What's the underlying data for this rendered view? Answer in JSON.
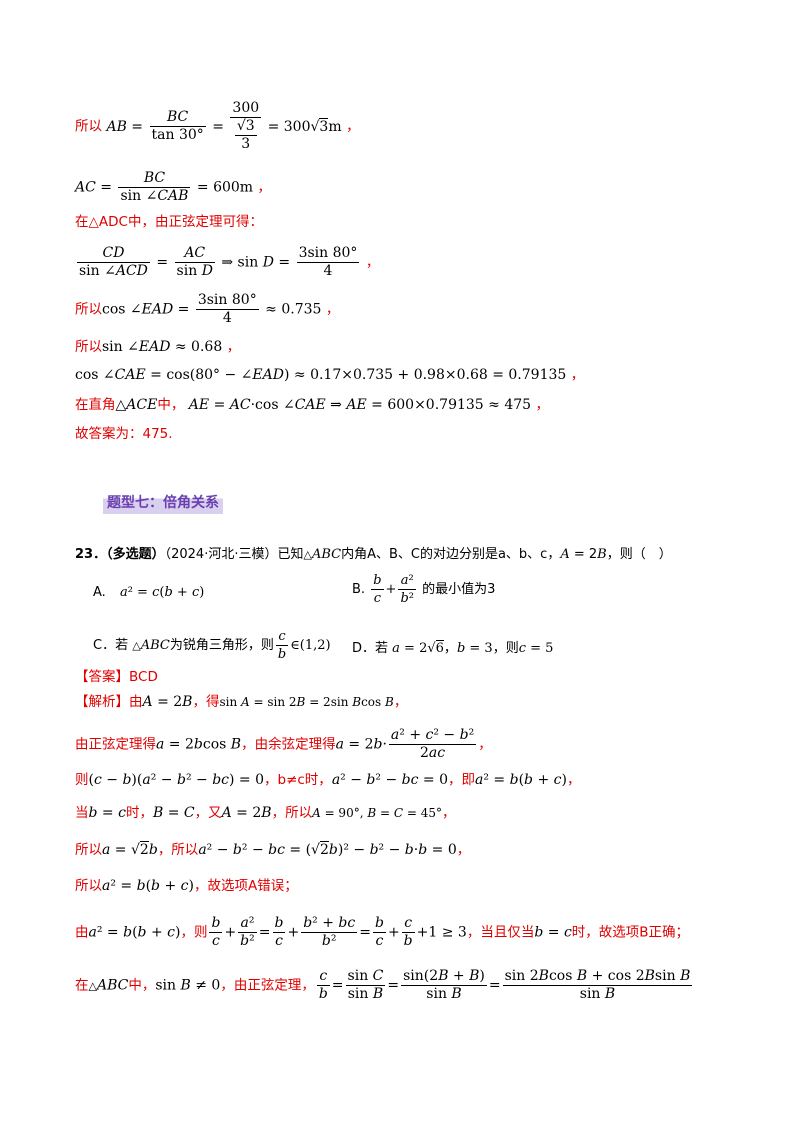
{
  "lines": {
    "l1_prefix": "所以",
    "l5_prefix": "所以",
    "l6_prefix": "所以",
    "l8_prefix": "在直角",
    "l8_mid": "中，",
    "l3": "在△ADC中，由正弦定理可得：",
    "answer_final": "故答案为：475.",
    "comma": "，"
  },
  "section": {
    "title": "题型七：倍角关系"
  },
  "question": {
    "number": "23．",
    "type": "（多选题）",
    "source": "（2024·河北·三模）已知",
    "stem_mid": "内角A、B、C的对边分别是a、b、c，",
    "stem_end": "，则（　）",
    "optA_label": "A.",
    "optB_label": "B.",
    "optB_text": "的最小值为3",
    "optC_label": "C．若",
    "optC_text": "为锐角三角形，则",
    "optD_label": "D．若",
    "optD_then": "，则"
  },
  "solution": {
    "answer_label": "【答案】BCD",
    "analysis_label": "【解析】由",
    "get": "，得",
    "sine_rule": "由正弦定理得",
    "cos_rule": "，由余弦定理得",
    "then": "则",
    "when_b_ne_c": "，b≠c时，",
    "i_e": "，即",
    "when_b_eq_c_a": "当",
    "when_b_eq_c_b": "时，",
    "also": "，又",
    "so": "，所以",
    "so2": "所以",
    "so3": "，所以",
    "so4": "所以",
    "optA_wrong": "，故选项A错误；",
    "from": "由",
    "then2": "，则",
    "iff": "，当且仅当",
    "when": "时，故选项B正确；",
    "in": "在",
    "mid": "中，",
    "sine_rule2": "，由正弦定理，"
  }
}
